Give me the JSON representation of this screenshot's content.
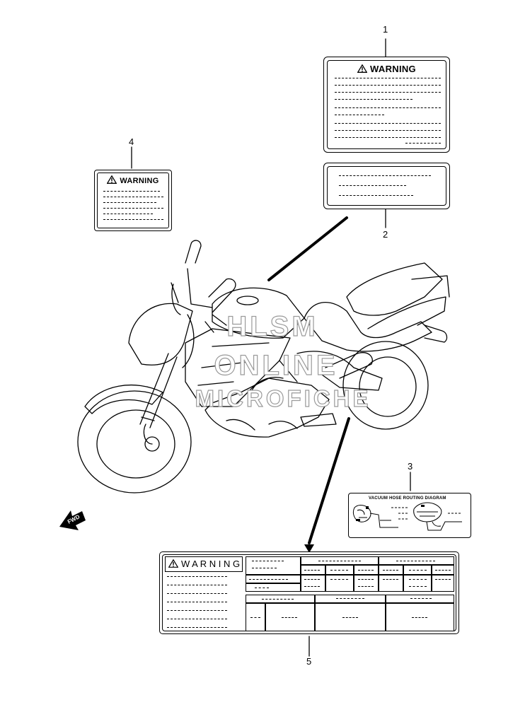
{
  "callouts": {
    "n1": "1",
    "n2": "2",
    "n3": "3",
    "n4": "4",
    "n5": "5"
  },
  "labels": {
    "warning_text": "WARNING",
    "spaced_warning_text": "W A R N I N G",
    "diagram_title": "VACUUM HOSE ROUTING DIAGRAM"
  },
  "direction": {
    "fwd": "FWD"
  },
  "watermark": {
    "line1": "HLSM",
    "line2": "ONLINE",
    "line3": "MICROFICHE"
  }
}
